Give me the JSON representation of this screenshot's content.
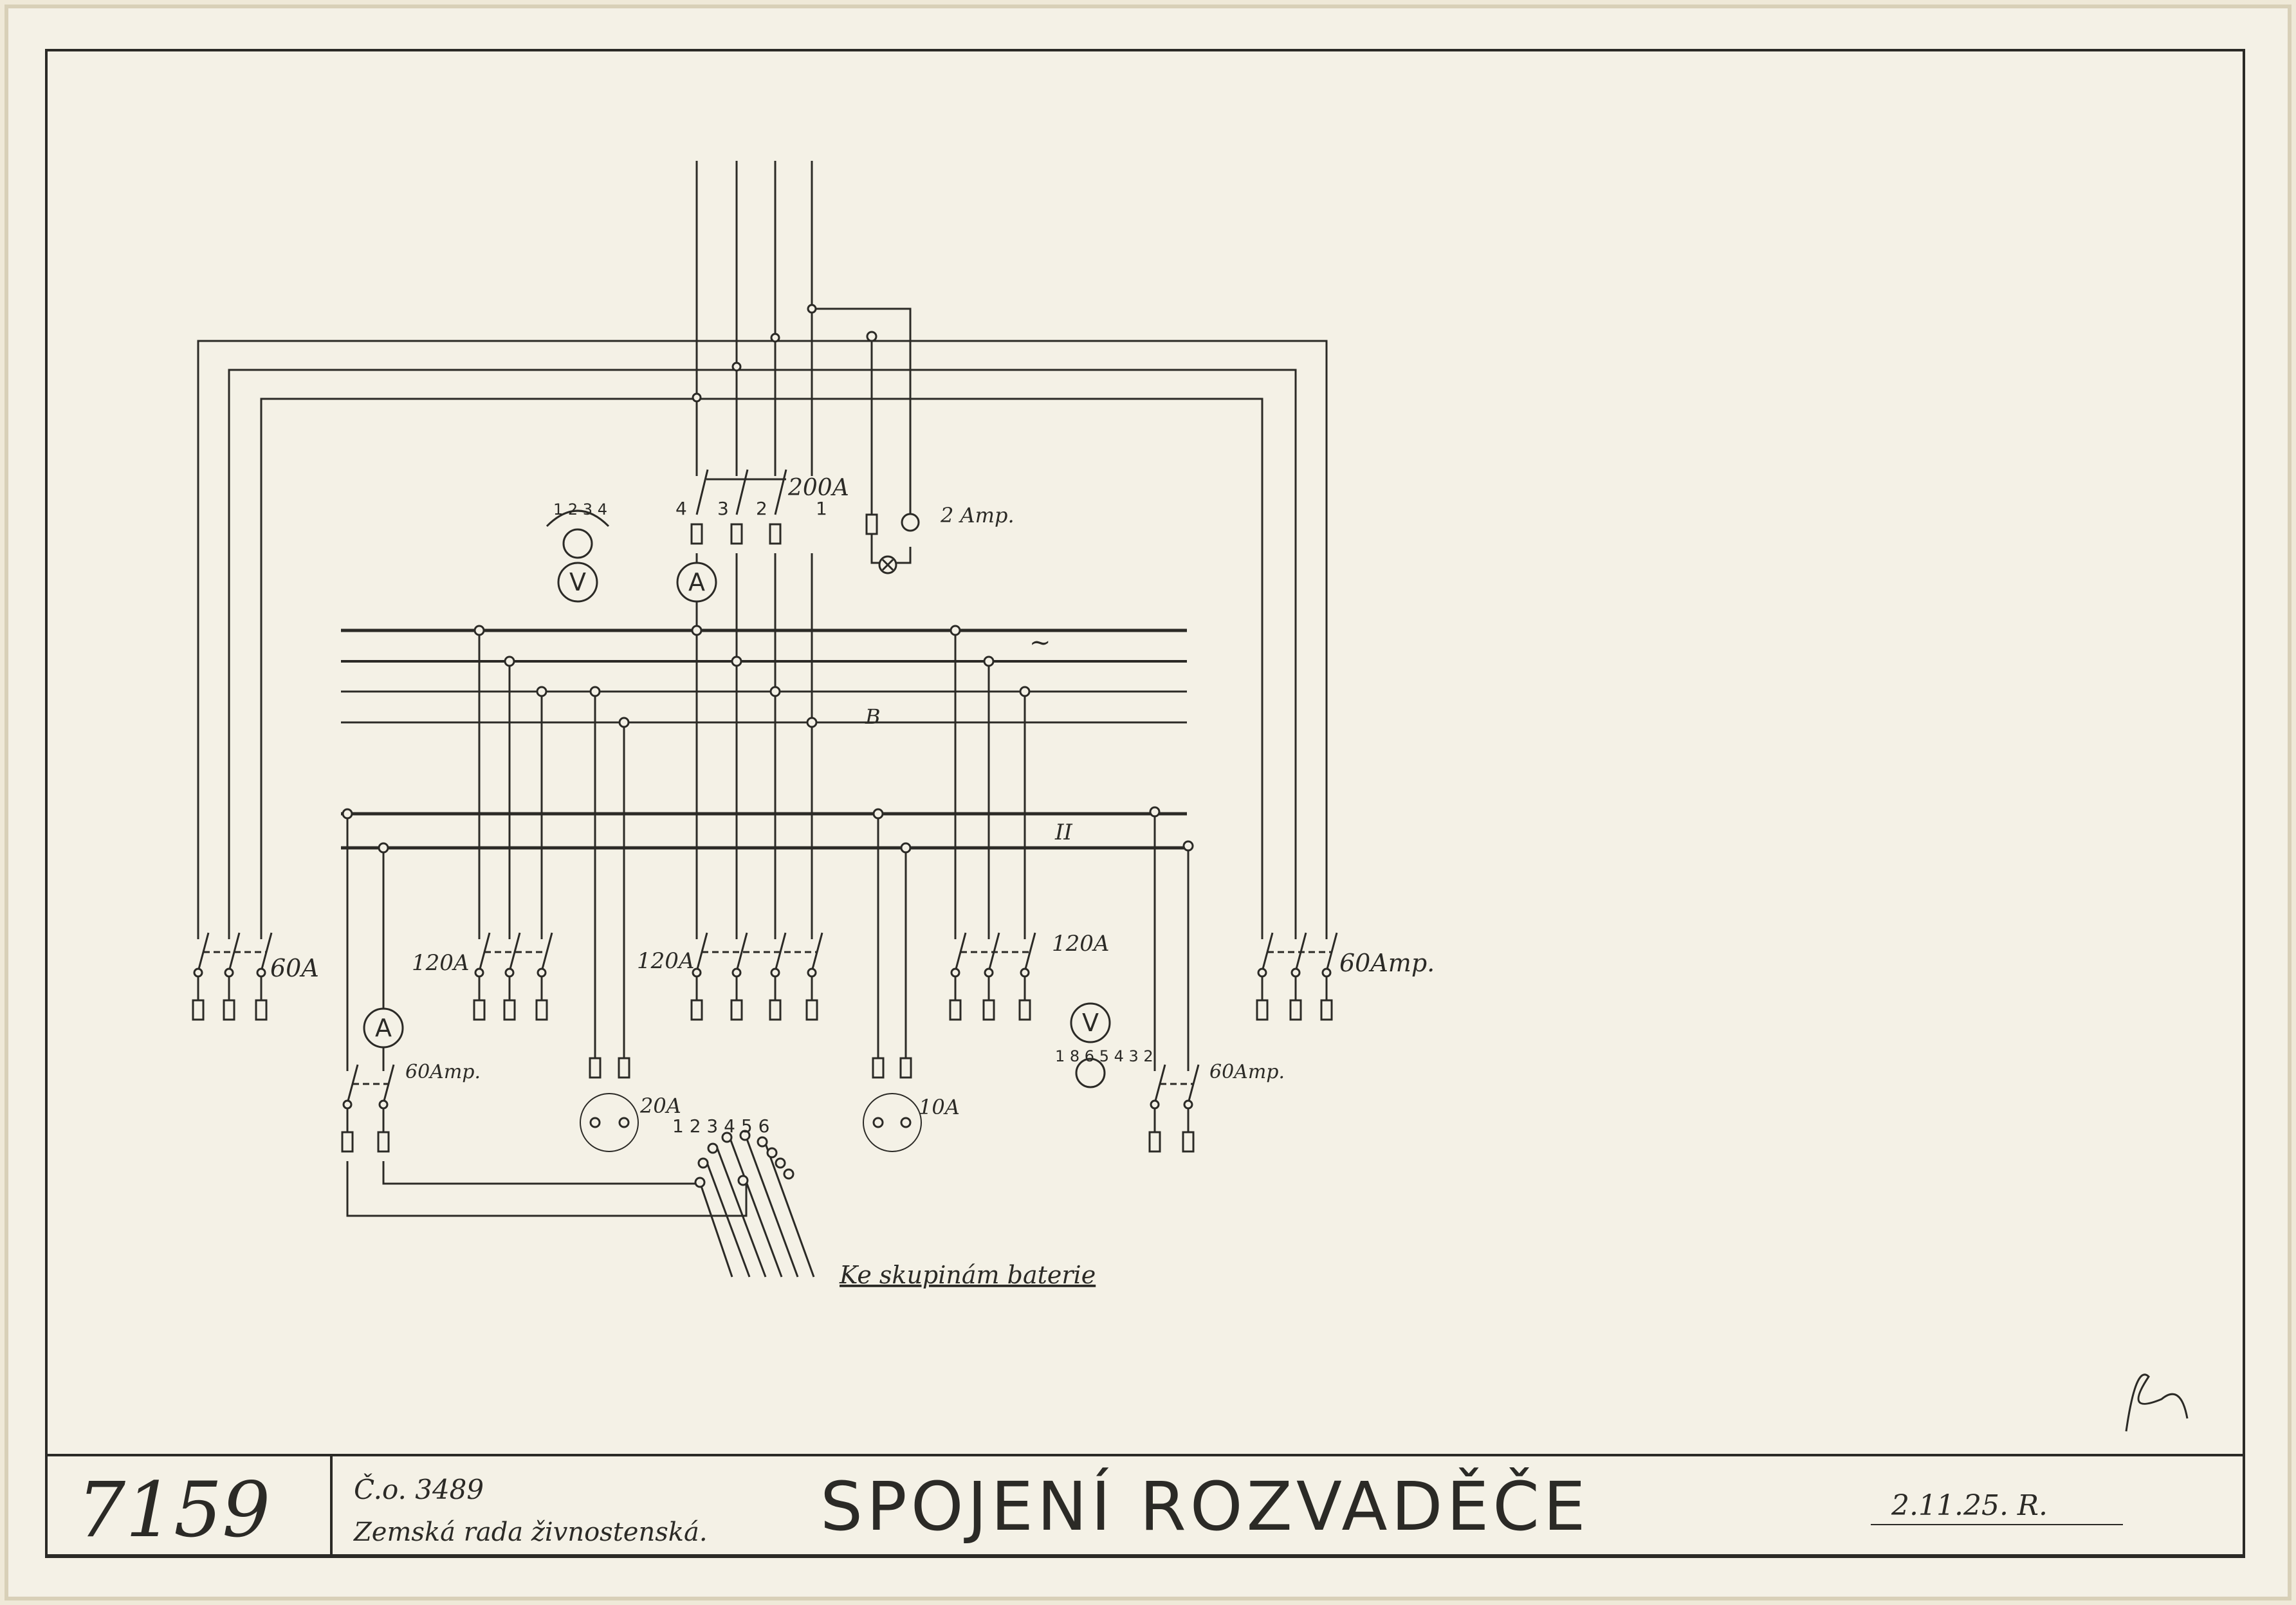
{
  "colors": {
    "paper": "#f4f1e6",
    "ink": "#2b2a26",
    "edge": "#d8d0b8"
  },
  "diagram": {
    "labels": {
      "main_switch": "200A",
      "fuse_2a": "2 Amp.",
      "left_60": "60A",
      "right_60": "60Amp.",
      "g1_120": "120A",
      "g2_120": "120A",
      "g3_120": "120A",
      "amm_60": "60Amp.",
      "r_60": "60Amp.",
      "sock_20": "20A",
      "sock_10": "10A",
      "ac_symbol": "~",
      "dc_symbol": "II",
      "b_symbol": "B",
      "batt_note": "Ke skupinám baterie",
      "v_mark": "V",
      "a_mark": "A",
      "pole_4": "4",
      "pole_3": "3",
      "pole_2": "2",
      "pole_1": "1",
      "vsw_numbers": "1 2 3 4",
      "bsw_numbers": "1 2 3 4 5 6",
      "vsw2_numbers": "1 8 6 5 4 3 2"
    }
  },
  "title_block": {
    "drawing_number": "7159",
    "order_number": "Č.o. 3489",
    "client": "Zemská rada živnostenská.",
    "title": "SPOJENÍ ROZVADĚČE",
    "date": "2.11.25. R."
  },
  "signature": "signature"
}
